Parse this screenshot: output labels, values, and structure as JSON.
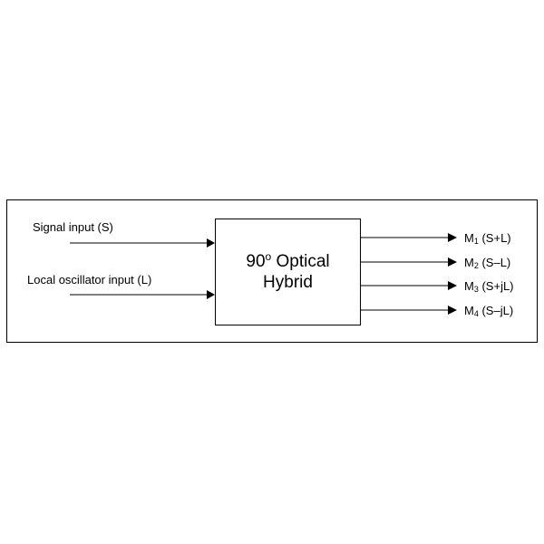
{
  "inputs": {
    "signal": "Signal input (S)",
    "local_oscillator": "Local oscillator input (L)"
  },
  "hybrid": {
    "line1_main": "90",
    "line1_sup": "o",
    "line1_rest": " Optical",
    "line2": "Hybrid"
  },
  "outputs": [
    {
      "prefix": "M",
      "sub": "1",
      "expr": " (S+L)"
    },
    {
      "prefix": "M",
      "sub": "2",
      "expr": " (S–L)"
    },
    {
      "prefix": "M",
      "sub": "3",
      "expr": " (S+jL)"
    },
    {
      "prefix": "M",
      "sub": "4",
      "expr": " (S–jL)"
    }
  ]
}
